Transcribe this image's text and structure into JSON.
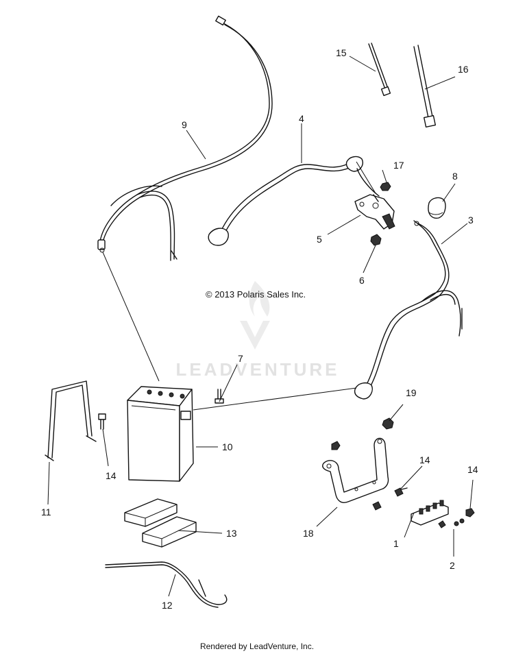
{
  "copyright": "© 2013 Polaris Sales Inc.",
  "watermark": "LEADVENTURE",
  "footer": "Rendered by LeadVenture, Inc.",
  "callouts": {
    "c1": "1",
    "c2": "2",
    "c3": "3",
    "c4": "4",
    "c5": "5",
    "c6": "6",
    "c7": "7",
    "c8": "8",
    "c9": "9",
    "c10": "10",
    "c11": "11",
    "c12": "12",
    "c13": "13",
    "c14a": "14",
    "c14b": "14",
    "c14c": "14",
    "c15": "15",
    "c16": "16",
    "c17": "17",
    "c18": "18",
    "c19": "19"
  },
  "colors": {
    "line": "#111111",
    "watermark": "#e2e2e2"
  }
}
